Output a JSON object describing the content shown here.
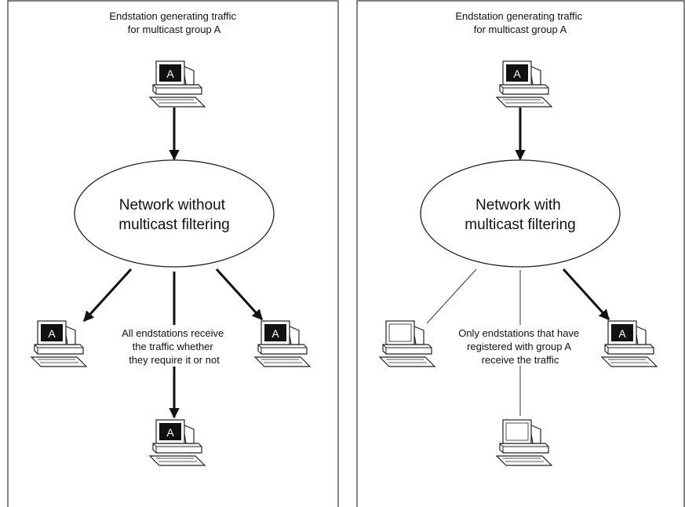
{
  "left_panel": {
    "top_caption": [
      "Endstation generating traffic",
      "for multicast group A"
    ],
    "network_label": [
      "Network without",
      "multicast filtering"
    ],
    "bottom_caption": [
      "All endstations receive",
      "the traffic whether",
      "they require it or not"
    ],
    "screen_letter": "A"
  },
  "right_panel": {
    "top_caption": [
      "Endstation generating traffic",
      "for multicast group A"
    ],
    "network_label": [
      "Network with",
      "multicast filtering"
    ],
    "bottom_caption": [
      "Only endstations that have",
      "registered with group A",
      "receive the traffic"
    ],
    "screen_letter": "A"
  }
}
